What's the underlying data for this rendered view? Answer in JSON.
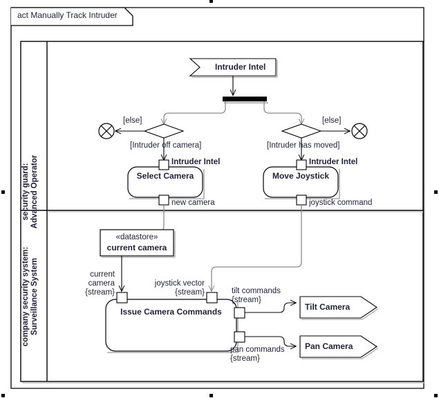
{
  "frame": {
    "kind": "act",
    "title": "Manually Track  Intruder",
    "header_label": "act Manually Track  Intruder"
  },
  "colors": {
    "line": "#000000",
    "flow": "#8a8a8a",
    "text": "#22223a",
    "shadow": "#a9a9a9",
    "background": "#ffffff"
  },
  "partitions": [
    {
      "name": "partition-security-guard",
      "line1": "security guard:",
      "line2": "Advanced Operator"
    },
    {
      "name": "partition-surveillance-system",
      "line1": "company security system:",
      "line2": "Surveillance System"
    }
  ],
  "nodes": {
    "accept_event": {
      "label": "Intruder Intel"
    },
    "fork": {
      "label": ""
    },
    "decision_left": {
      "label": ""
    },
    "decision_right": {
      "label": ""
    },
    "flow_final_left": {
      "label": ""
    },
    "flow_final_right": {
      "label": ""
    },
    "select_camera": {
      "label": "Select Camera",
      "input_pin": "Intruder Intel",
      "output_pin": "new camera"
    },
    "move_joystick": {
      "label": "Move Joystick",
      "input_pin": "Intruder Intel",
      "output_pin": "joystick command"
    },
    "datastore": {
      "stereotype": "«datastore»",
      "label": "current camera"
    },
    "issue_camera_commands": {
      "label": "Issue Camera Commands",
      "input_pin_1_line1": "current",
      "input_pin_1_line2": "camera",
      "input_pin_1_line3": "{stream}",
      "input_pin_2_line1": "joystick vector",
      "input_pin_2_line2": "{stream}",
      "output_pin_1_line1": "tilt commands",
      "output_pin_1_line2": "{stream}",
      "output_pin_2_line1": "pan commands",
      "output_pin_2_line2": "{stream}"
    },
    "tilt_camera": {
      "label": "Tilt Camera"
    },
    "pan_camera": {
      "label": "Pan Camera"
    }
  },
  "guards": {
    "else_left": "[else]",
    "else_right": "[else]",
    "intruder_off_camera": "[Intruder off camera]",
    "intruder_has_moved": "[Intruder has moved]"
  }
}
